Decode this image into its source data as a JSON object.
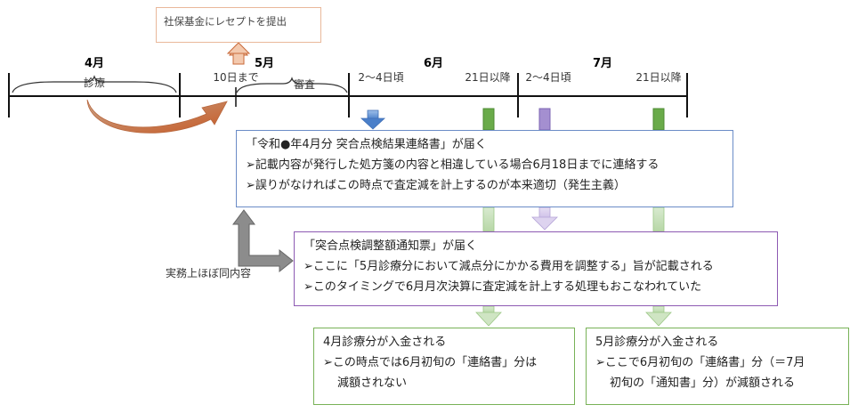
{
  "timeline": {
    "months": [
      "4月",
      "5月",
      "6月",
      "7月"
    ],
    "labels": {
      "shinryo": "診療",
      "deadline": "10日まで",
      "shinsa": "審査",
      "june_early": "2～4日頃",
      "june_late": "21日以降",
      "july_early": "2～4日頃",
      "july_late": "21日以降"
    }
  },
  "submit_box": {
    "text": "社保基金にレセプトを提出"
  },
  "blue_box": {
    "title": "「令和●年4月分 突合点検結果連絡書」が届く",
    "bullets": [
      "➢記載内容が発行した処方箋の内容と相違している場合6月18日までに連絡する",
      "➢誤りがなければこの時点で査定減を計上するのが本来適切（発生主義）"
    ]
  },
  "purple_box": {
    "title": "「突合点検調整額通知票」が届く",
    "bullets": [
      "➢ここに「5月診療分において減点分にかかる費用を調整する」旨が記載される",
      "➢このタイミングで6月月次決算に査定減を計上する処理もおこなわれていた"
    ]
  },
  "side_note": "実務上ほぼ同内容",
  "green_box_1": {
    "title": "4月診療分が入金される",
    "lines": [
      "➢この時点では6月初旬の「連絡書」分は",
      "減額されない"
    ]
  },
  "green_box_2": {
    "title": "5月診療分が入金される",
    "lines": [
      "➢ここで6月初旬の「連絡書」分（＝7月",
      "初旬の「通知書」分）が減額される"
    ]
  },
  "colors": {
    "timeline": "#111111",
    "orange_arrow": "#c96a3a",
    "blue_arrow": "#5a8fd6",
    "green_bar": "#6aab4a",
    "purple_bar": "#a48fd0",
    "gray_arrow": "#8c8c8c"
  }
}
